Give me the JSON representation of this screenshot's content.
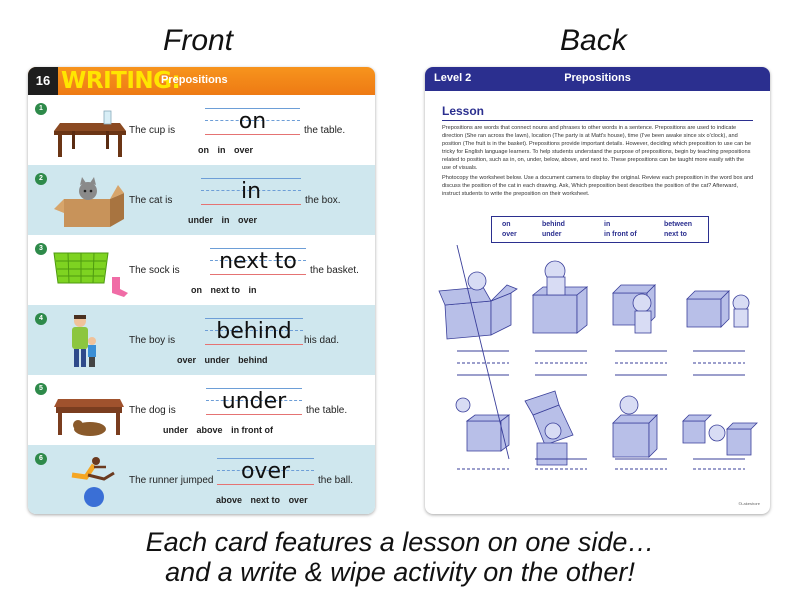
{
  "labels": {
    "front": "Front",
    "back": "Back"
  },
  "front": {
    "page_number": "16",
    "title": "WRITING:",
    "subtitle": "Prepositions",
    "rows": [
      {
        "num": "1",
        "before": "The cup is",
        "answer": "on",
        "after": "the table.",
        "options": [
          "on",
          "in",
          "over"
        ]
      },
      {
        "num": "2",
        "before": "The cat is",
        "answer": "in",
        "after": "the box.",
        "options": [
          "under",
          "in",
          "over"
        ]
      },
      {
        "num": "3",
        "before": "The sock is",
        "answer": "next to",
        "after": "the basket.",
        "options": [
          "on",
          "next to",
          "in"
        ]
      },
      {
        "num": "4",
        "before": "The boy is",
        "answer": "behind",
        "after": "his dad.",
        "options": [
          "over",
          "under",
          "behind"
        ]
      },
      {
        "num": "5",
        "before": "The dog is",
        "answer": "under",
        "after": "the table.",
        "options": [
          "under",
          "above",
          "in front of"
        ]
      },
      {
        "num": "6",
        "before": "The runner jumped",
        "answer": "over",
        "after": "the ball.",
        "options": [
          "above",
          "next to",
          "over"
        ]
      }
    ]
  },
  "back": {
    "level": "Level 2",
    "title": "Prepositions",
    "lesson_heading": "Lesson",
    "paragraph1": "Prepositions are words that connect nouns and phrases to other words in a sentence. Prepositions are used to indicate direction (She ran across the lawn), location (The party is at Matt's house), time (I've been awake since six o'clock), and position (The fruit is in the basket). Prepositions provide important details. However, deciding which preposition to use can be tricky for English language learners. To help students understand the purpose of prepositions, begin by teaching prepositions related to position, such as in, on, under, below, above, and next to. These prepositions can be taught more easily with the use of visuals.",
    "paragraph2": "Photocopy the worksheet below. Use a document camera to display the original. Review each preposition in the word box and discuss the position of the cat in each drawing. Ask, Which preposition best describes the position of the cat? Afterward, instruct students to write the preposition on their worksheet.",
    "word_box": [
      [
        "on",
        "behind",
        "in",
        "between"
      ],
      [
        "over",
        "under",
        "in front of",
        "next to"
      ]
    ],
    "copyright": "©Lakeshore"
  },
  "caption": {
    "line1": "Each card features a lesson on one side…",
    "line2": "and a write & wipe activity on the other!"
  }
}
